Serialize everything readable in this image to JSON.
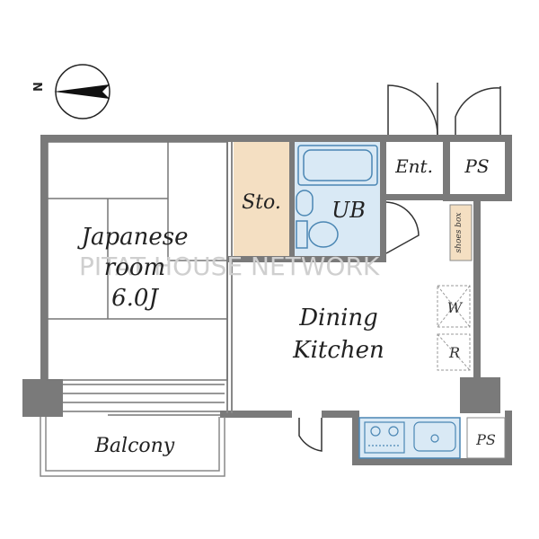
{
  "compass": {
    "label": "N"
  },
  "rooms": {
    "japanese_line1": "Japanese",
    "japanese_line2": "room",
    "japanese_line3": "6.0J",
    "storage": "Sto.",
    "bath": "UB",
    "entrance": "Ent.",
    "ps_top": "PS",
    "ps_bottom": "PS",
    "dining_line1": "Dining",
    "dining_line2": "Kitchen",
    "balcony": "Balcony",
    "shoes_box": "shoes box",
    "washer": "W",
    "fridge": "R"
  },
  "watermark": "PITAT HOUSE NETWORK",
  "colors": {
    "wall": "#7a7a7a",
    "wall_dark": "#6a6a6a",
    "storage_fill": "#f4dfc2",
    "bath_fill": "#d9e9f5",
    "bath_stroke": "#4a86b3",
    "shoes_fill": "#f4dfc2"
  }
}
